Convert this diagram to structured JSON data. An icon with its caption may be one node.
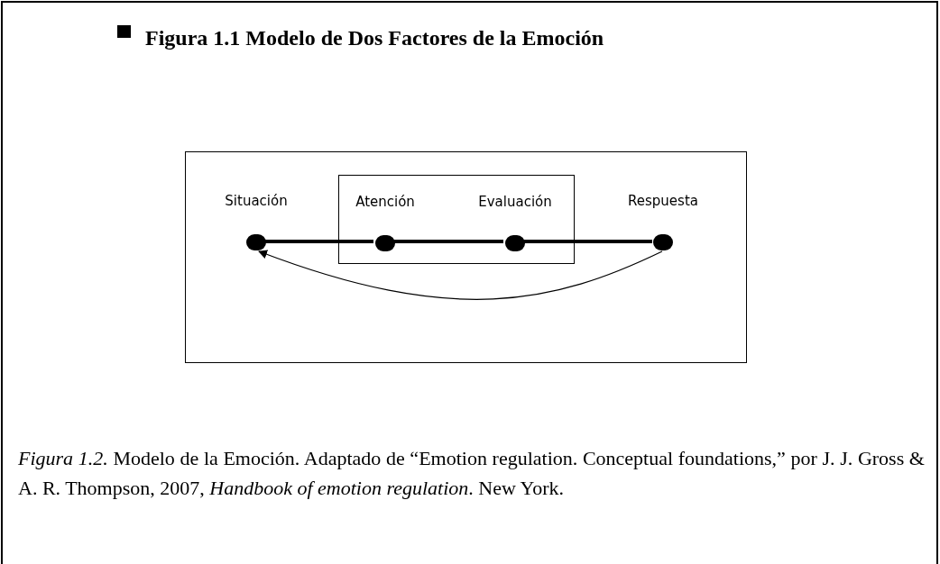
{
  "diagram": {
    "title": "Figura 1.1 Modelo de Dos Factores de la Emoción",
    "caption": "*Figura 1.2.* Modelo de la Emoción. Adaptado de “Emotion regulation. Conceptual foundations,” por J. J. Gross & A. R. Thompson, 2007, *Handbook of emotion regulation*. New York.",
    "nodes": [
      {
        "text": [],
        "shape": "box"
      },
      {
        "text": [],
        "shape": "box",
        "in": 0
      },
      {
        "text": [],
        "shape": "circle",
        "in": 0,
        "beside": [
          "Situación"
        ]
      },
      {
        "text": [],
        "shape": "circle",
        "in": 1,
        "beside": [
          "Atención"
        ]
      },
      {
        "text": [],
        "shape": "circle",
        "in": 1,
        "beside": [
          "Evaluación"
        ]
      },
      {
        "text": [],
        "shape": "circle",
        "in": 0,
        "beside": [
          "Respuesta"
        ]
      }
    ],
    "edges": [
      {
        "from": 2,
        "to": 3,
        "arrow": "none"
      },
      {
        "from": 3,
        "to": 4,
        "arrow": "none"
      },
      {
        "from": 4,
        "to": 5,
        "arrow": "none"
      },
      {
        "from": 5,
        "to": 2,
        "arrow": "to"
      }
    ]
  }
}
